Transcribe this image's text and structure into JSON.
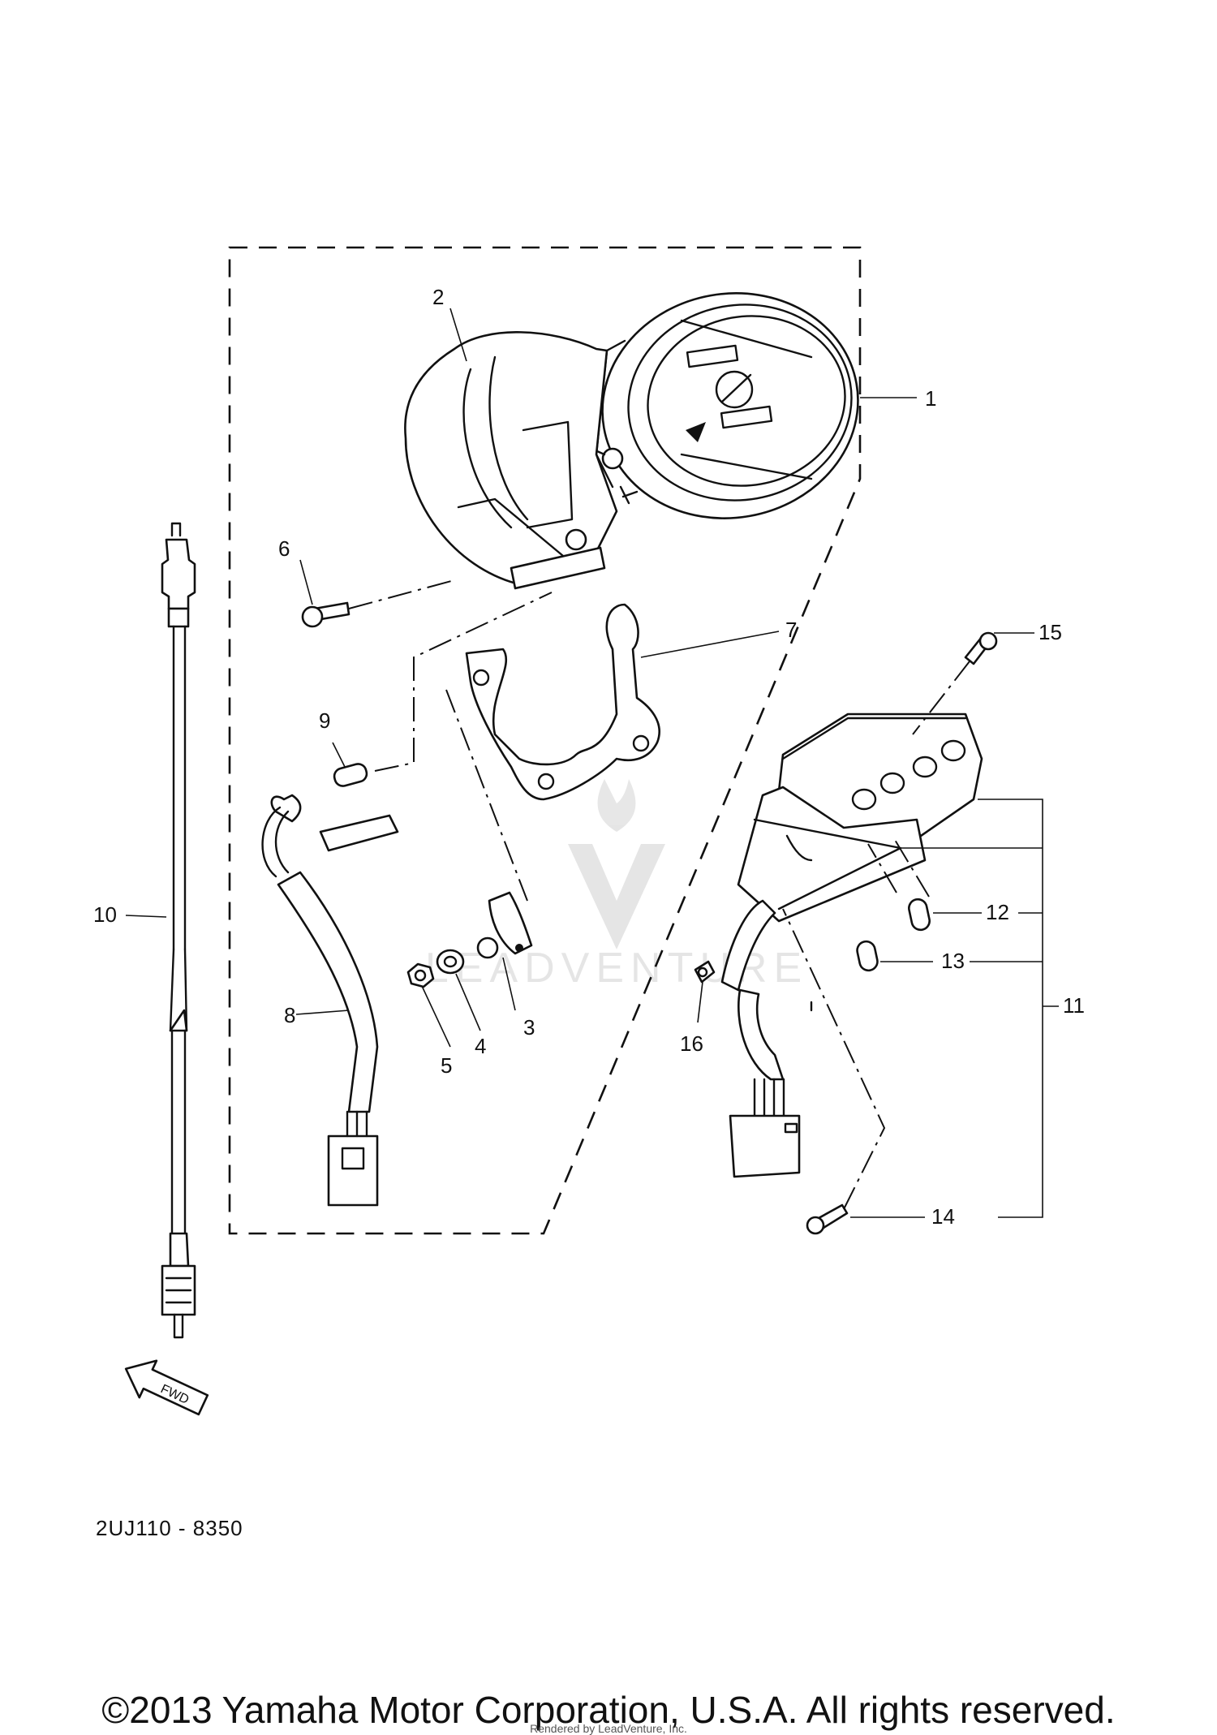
{
  "parts": {
    "p1": "1",
    "p2": "2",
    "p3": "3",
    "p4": "4",
    "p5": "5",
    "p6": "6",
    "p7": "7",
    "p8": "8",
    "p9": "9",
    "p10": "10",
    "p11": "11",
    "p12": "12",
    "p13": "13",
    "p14": "14",
    "p15": "15",
    "p16": "16"
  },
  "fwd_label": "FWD",
  "diagram_ref": "2UJ110 - 8350",
  "copyright": "©2013 Yamaha Motor Corporation, U.S.A. All rights reserved.",
  "rendered_by": "Rendered by LeadVenture, Inc.",
  "watermark": "LEADVENTURE"
}
